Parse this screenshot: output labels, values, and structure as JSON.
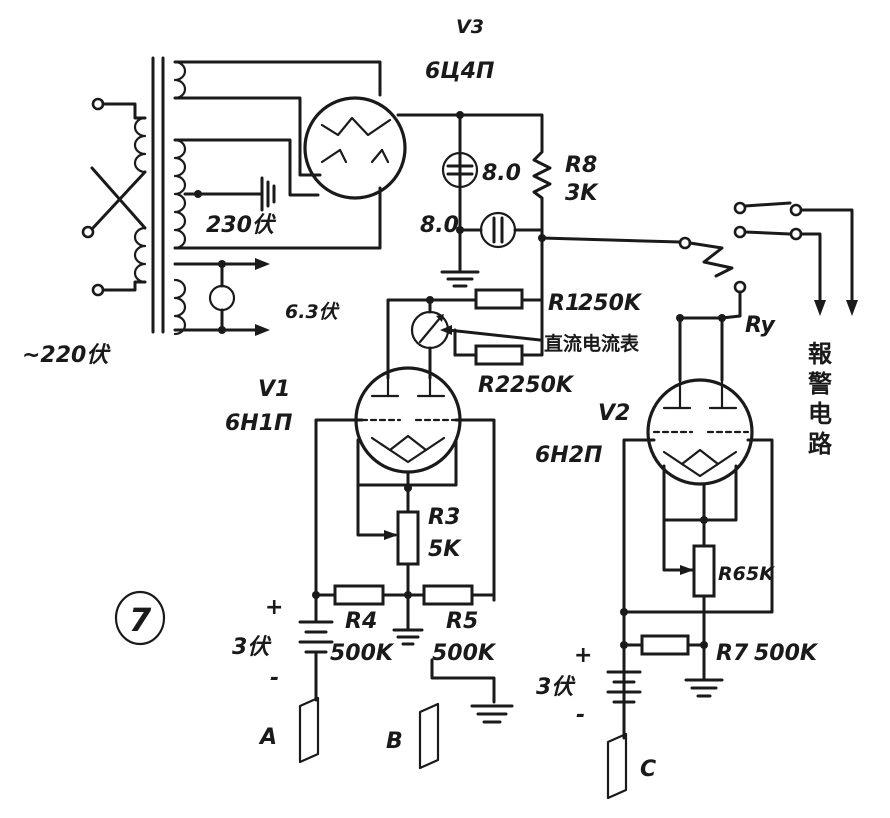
{
  "figure": {
    "number": "7",
    "mains_label": "~220伏"
  },
  "transformer": {
    "hv_label": "230伏",
    "heater_label": "6.3伏"
  },
  "tubes": {
    "v3": {
      "name": "V3",
      "type": "6Ц4П"
    },
    "v1": {
      "name": "V1",
      "type": "6Н1П"
    },
    "v2": {
      "name": "V2",
      "type": "6Н2П"
    }
  },
  "caps": {
    "c1_label": "8.0",
    "c2_label": "8.0"
  },
  "resistors": {
    "r8": {
      "name": "R8",
      "value": "3K"
    },
    "r1": {
      "name": "R1",
      "value": "250K"
    },
    "r2": {
      "name": "R2",
      "value": "250K"
    },
    "r3": {
      "name": "R3",
      "value": "5K"
    },
    "r4": {
      "name": "R4",
      "value": "500K"
    },
    "r5": {
      "name": "R5",
      "value": "500K"
    },
    "r6": {
      "name": "R6",
      "value": "5K"
    },
    "r7": {
      "name": "R7",
      "value": "500K"
    }
  },
  "meter_label": "直流电流表",
  "relay_label": "Ry",
  "alarm_label": "報警电路",
  "batteries": {
    "b1": "3伏",
    "b2": "3伏",
    "plus": "+",
    "minus": "-"
  },
  "plates": {
    "a": "A",
    "b": "B",
    "c": "C"
  }
}
